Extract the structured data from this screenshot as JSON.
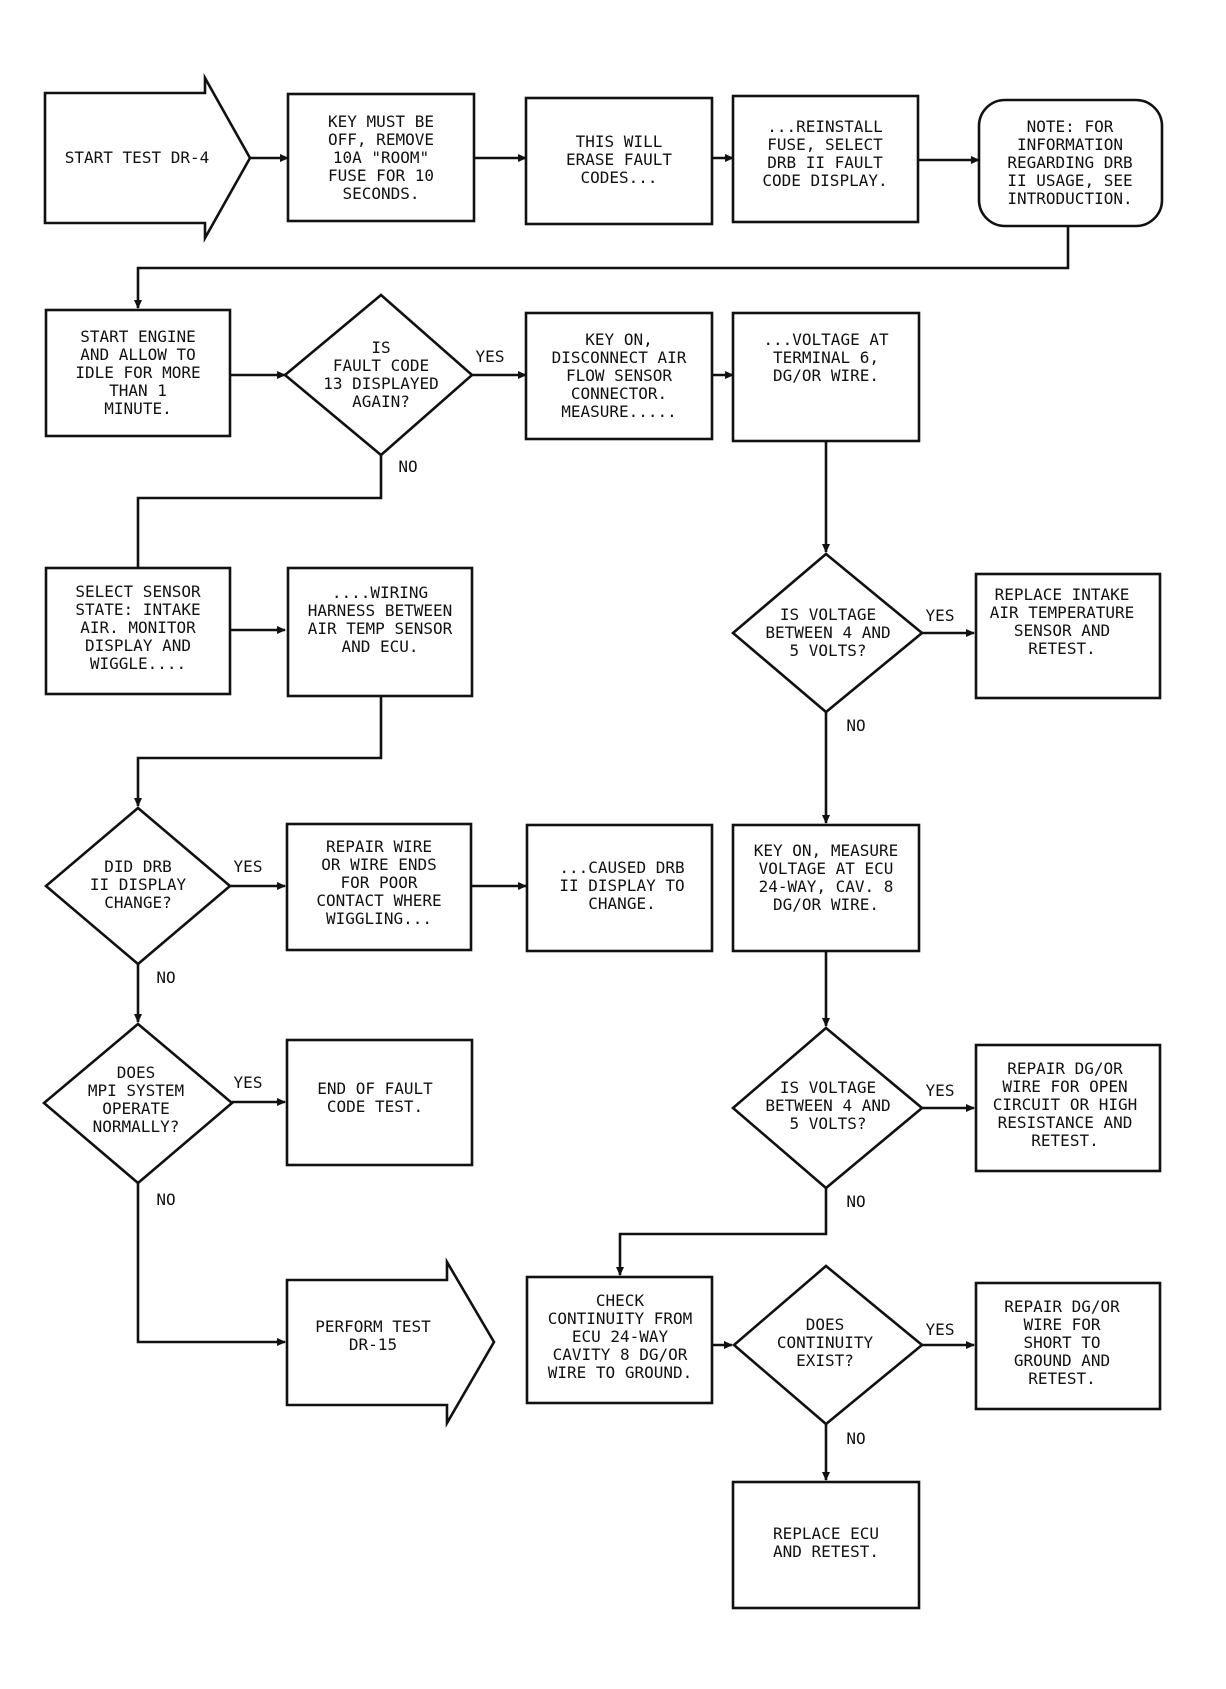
{
  "nodes": {
    "start": [
      "START TEST DR-4"
    ],
    "key_off": [
      "KEY MUST BE",
      "OFF, REMOVE",
      "10A \"ROOM\"",
      "FUSE FOR 10",
      "SECONDS."
    ],
    "erase": [
      "THIS WILL",
      "ERASE FAULT",
      "CODES..."
    ],
    "reinstall": [
      "...REINSTALL",
      "FUSE, SELECT",
      "DRB II FAULT",
      "CODE DISPLAY."
    ],
    "note": [
      "NOTE: FOR",
      "INFORMATION",
      "REGARDING DRB",
      "II USAGE, SEE",
      "INTRODUCTION."
    ],
    "start_engine": [
      "START ENGINE",
      "AND ALLOW TO",
      "IDLE FOR MORE",
      "THAN 1",
      "MINUTE."
    ],
    "fault13": [
      "IS",
      "FAULT CODE",
      "13 DISPLAYED",
      "AGAIN?"
    ],
    "key_on_disconnect": [
      "KEY ON,",
      "DISCONNECT AIR",
      "FLOW SENSOR",
      "CONNECTOR.",
      "MEASURE....."
    ],
    "voltage_terminal": [
      "...VOLTAGE AT",
      "TERMINAL 6,",
      "DG/OR WIRE."
    ],
    "select_sensor": [
      "SELECT SENSOR",
      "STATE: INTAKE",
      "AIR. MONITOR",
      "DISPLAY AND",
      "WIGGLE...."
    ],
    "wiring_harness": [
      "....WIRING",
      "HARNESS BETWEEN",
      "AIR TEMP SENSOR",
      "AND ECU."
    ],
    "volt_q1": [
      "IS VOLTAGE",
      "BETWEEN 4 AND",
      "5 VOLTS?"
    ],
    "replace_intake": [
      "REPLACE INTAKE",
      "AIR TEMPERATURE",
      "SENSOR AND",
      "RETEST."
    ],
    "drb_change": [
      "DID DRB",
      "II DISPLAY",
      "CHANGE?"
    ],
    "repair_wire": [
      "REPAIR WIRE",
      "OR WIRE ENDS",
      "FOR POOR",
      "CONTACT WHERE",
      "WIGGLING..."
    ],
    "caused": [
      "...CAUSED DRB",
      "II DISPLAY TO",
      "CHANGE."
    ],
    "key_on_ecu": [
      "KEY ON, MEASURE",
      "VOLTAGE AT ECU",
      "24-WAY, CAV. 8",
      "DG/OR WIRE."
    ],
    "mpi": [
      "DOES",
      "MPI SYSTEM",
      "OPERATE",
      "NORMALLY?"
    ],
    "end_fault": [
      "END OF FAULT",
      "CODE TEST."
    ],
    "volt_q2": [
      "IS VOLTAGE",
      "BETWEEN 4 AND",
      "5 VOLTS?"
    ],
    "repair_open": [
      "REPAIR DG/OR",
      "WIRE FOR OPEN",
      "CIRCUIT OR HIGH",
      "RESISTANCE AND",
      "RETEST."
    ],
    "perform": [
      "PERFORM TEST",
      "DR-15"
    ],
    "check_cont": [
      "CHECK",
      "CONTINUITY FROM",
      "ECU 24-WAY",
      "CAVITY 8 DG/OR",
      "WIRE TO GROUND."
    ],
    "cont_exist": [
      "DOES",
      "CONTINUITY",
      "EXIST?"
    ],
    "repair_short": [
      "REPAIR DG/OR",
      "WIRE FOR",
      "SHORT TO",
      "GROUND AND",
      "RETEST."
    ],
    "replace_ecu": [
      "REPLACE ECU",
      "AND RETEST."
    ]
  },
  "labels": {
    "yes": "YES",
    "no": "NO"
  }
}
